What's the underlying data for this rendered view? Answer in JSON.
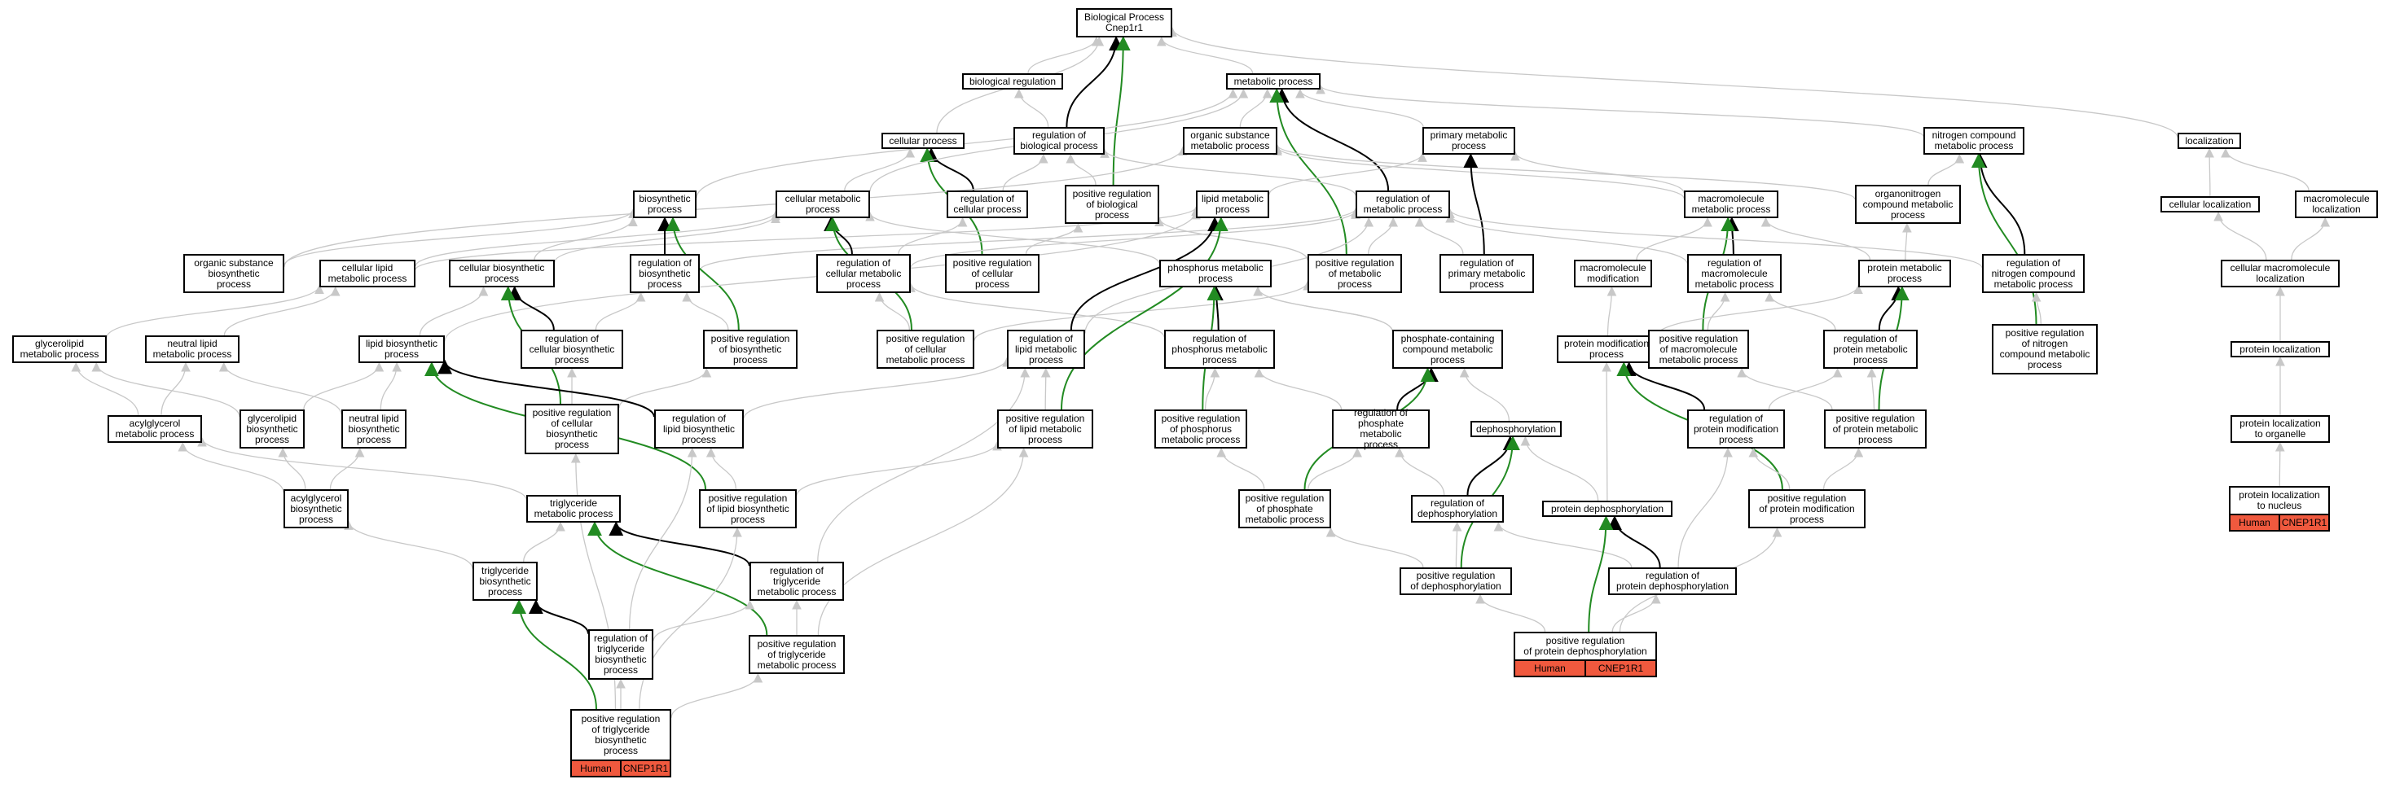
{
  "colors": {
    "is_a": "#c8c8c8",
    "regulates": "#000000",
    "positively_regulates": "#228b22",
    "annotation": "#f0593e"
  },
  "nodes": [
    {
      "id": "root",
      "label": "Biological Process\nCnep1r1"
    },
    {
      "id": "bio_reg",
      "label": "biological regulation"
    },
    {
      "id": "met_proc",
      "label": "metabolic process"
    },
    {
      "id": "cell_proc",
      "label": "cellular process"
    },
    {
      "id": "reg_bio",
      "label": "regulation of\nbiological process"
    },
    {
      "id": "org_sub_met",
      "label": "organic substance\nmetabolic process"
    },
    {
      "id": "prim_met",
      "label": "primary metabolic\nprocess"
    },
    {
      "id": "nitro_met",
      "label": "nitrogen compound\nmetabolic process"
    },
    {
      "id": "localization",
      "label": "localization"
    },
    {
      "id": "biosyn",
      "label": "biosynthetic\nprocess"
    },
    {
      "id": "cell_met",
      "label": "cellular metabolic\nprocess"
    },
    {
      "id": "reg_cell_proc",
      "label": "regulation of\ncellular process"
    },
    {
      "id": "pos_reg_bio",
      "label": "positive regulation\nof biological\nprocess"
    },
    {
      "id": "lipid_met",
      "label": "lipid metabolic\nprocess"
    },
    {
      "id": "reg_met",
      "label": "regulation of\nmetabolic process"
    },
    {
      "id": "macro_met",
      "label": "macromolecule\nmetabolic process"
    },
    {
      "id": "organonitro",
      "label": "organonitrogen\ncompound metabolic\nprocess"
    },
    {
      "id": "cell_loc",
      "label": "cellular localization"
    },
    {
      "id": "macro_loc",
      "label": "macromolecule\nlocalization"
    },
    {
      "id": "org_sub_biosyn",
      "label": "organic substance\nbiosynthetic\nprocess"
    },
    {
      "id": "cell_lipid_met",
      "label": "cellular lipid\nmetabolic process"
    },
    {
      "id": "cell_biosyn",
      "label": "cellular biosynthetic\nprocess"
    },
    {
      "id": "reg_biosyn",
      "label": "regulation of\nbiosynthetic\nprocess"
    },
    {
      "id": "reg_cell_met",
      "label": "regulation of\ncellular metabolic\nprocess"
    },
    {
      "id": "pos_reg_cell_proc",
      "label": "positive regulation\nof cellular\nprocess"
    },
    {
      "id": "phos_met",
      "label": "phosphorus metabolic\nprocess"
    },
    {
      "id": "pos_reg_met",
      "label": "positive regulation\nof metabolic\nprocess"
    },
    {
      "id": "reg_prim_met",
      "label": "regulation of\nprimary metabolic\nprocess"
    },
    {
      "id": "macro_mod",
      "label": "macromolecule\nmodification"
    },
    {
      "id": "reg_macro_met",
      "label": "regulation of\nmacromolecule\nmetabolic process"
    },
    {
      "id": "prot_met",
      "label": "protein metabolic\nprocess"
    },
    {
      "id": "reg_nitro_met",
      "label": "regulation of\nnitrogen compound\nmetabolic process"
    },
    {
      "id": "cell_macro_loc",
      "label": "cellular macromolecule\nlocalization"
    },
    {
      "id": "glycerolipid_met",
      "label": "glycerolipid\nmetabolic process"
    },
    {
      "id": "neutral_lipid_met",
      "label": "neutral lipid\nmetabolic process"
    },
    {
      "id": "lipid_biosyn",
      "label": "lipid biosynthetic\nprocess"
    },
    {
      "id": "reg_cell_biosyn",
      "label": "regulation of\ncellular biosynthetic\nprocess"
    },
    {
      "id": "pos_reg_biosyn",
      "label": "positive regulation\nof biosynthetic\nprocess"
    },
    {
      "id": "pos_reg_cell_met",
      "label": "positive regulation\nof cellular\nmetabolic process"
    },
    {
      "id": "reg_lipid_met",
      "label": "regulation of\nlipid metabolic\nprocess"
    },
    {
      "id": "reg_phos_met",
      "label": "regulation of\nphosphorus metabolic\nprocess"
    },
    {
      "id": "phosphate_met",
      "label": "phosphate-containing\ncompound metabolic\nprocess"
    },
    {
      "id": "prot_mod",
      "label": "protein modification\nprocess"
    },
    {
      "id": "pos_reg_macro_met",
      "label": "positive regulation\nof macromolecule\nmetabolic process"
    },
    {
      "id": "reg_prot_met",
      "label": "regulation of\nprotein metabolic\nprocess"
    },
    {
      "id": "pos_reg_nitro_met",
      "label": "positive regulation\nof nitrogen\ncompound metabolic\nprocess"
    },
    {
      "id": "prot_loc",
      "label": "protein localization"
    },
    {
      "id": "acylglycerol_met",
      "label": "acylglycerol\nmetabolic process"
    },
    {
      "id": "glycerolipid_biosyn",
      "label": "glycerolipid\nbiosynthetic\nprocess"
    },
    {
      "id": "neutral_lipid_biosyn",
      "label": "neutral lipid\nbiosynthetic\nprocess"
    },
    {
      "id": "pos_reg_cell_biosyn",
      "label": "positive regulation\nof cellular\nbiosynthetic\nprocess"
    },
    {
      "id": "reg_lipid_biosyn",
      "label": "regulation of\nlipid biosynthetic\nprocess"
    },
    {
      "id": "pos_reg_lipid_met",
      "label": "positive regulation\nof lipid metabolic\nprocess"
    },
    {
      "id": "pos_reg_phos_met",
      "label": "positive regulation\nof phosphorus\nmetabolic process"
    },
    {
      "id": "reg_phosphate_met",
      "label": "regulation of\nphosphate metabolic\nprocess"
    },
    {
      "id": "dephos",
      "label": "dephosphorylation"
    },
    {
      "id": "reg_prot_mod",
      "label": "regulation of\nprotein modification\nprocess"
    },
    {
      "id": "pos_reg_prot_met",
      "label": "positive regulation\nof protein metabolic\nprocess"
    },
    {
      "id": "prot_loc_org",
      "label": "protein localization\nto organelle"
    },
    {
      "id": "acylglycerol_biosyn",
      "label": "acylglycerol\nbiosynthetic\nprocess"
    },
    {
      "id": "tg_met",
      "label": "triglyceride\nmetabolic process"
    },
    {
      "id": "pos_reg_lipid_biosyn",
      "label": "positive regulation\nof lipid biosynthetic\nprocess"
    },
    {
      "id": "pos_reg_phosphate_met",
      "label": "positive regulation\nof phosphate\nmetabolic process"
    },
    {
      "id": "reg_dephos",
      "label": "regulation of\ndephosphorylation"
    },
    {
      "id": "prot_dephos",
      "label": "protein dephosphorylation"
    },
    {
      "id": "pos_reg_prot_mod",
      "label": "positive regulation\nof protein modification\nprocess"
    },
    {
      "id": "prot_loc_nuc",
      "label": "protein localization\nto nucleus",
      "tags": [
        "Human",
        "CNEP1R1"
      ]
    },
    {
      "id": "tg_biosyn",
      "label": "triglyceride\nbiosynthetic\nprocess"
    },
    {
      "id": "reg_tg_met",
      "label": "regulation of\ntriglyceride\nmetabolic process"
    },
    {
      "id": "pos_reg_dephos",
      "label": "positive regulation\nof dephosphorylation"
    },
    {
      "id": "reg_prot_dephos",
      "label": "regulation of\nprotein dephosphorylation"
    },
    {
      "id": "reg_tg_biosyn",
      "label": "regulation of\ntriglyceride\nbiosynthetic\nprocess"
    },
    {
      "id": "pos_reg_tg_met",
      "label": "positive regulation\nof triglyceride\nmetabolic process"
    },
    {
      "id": "pos_reg_prot_dephos",
      "label": "positive regulation\nof protein dephosphorylation",
      "tags": [
        "Human",
        "CNEP1R1"
      ]
    },
    {
      "id": "pos_reg_tg_biosyn",
      "label": "positive regulation\nof triglyceride\nbiosynthetic\nprocess",
      "tags": [
        "Human",
        "CNEP1R1"
      ]
    }
  ],
  "edges": [
    [
      "bio_reg",
      "root",
      "i"
    ],
    [
      "met_proc",
      "root",
      "i"
    ],
    [
      "cell_proc",
      "root",
      "i"
    ],
    [
      "localization",
      "root",
      "i"
    ],
    [
      "reg_bio",
      "root",
      "r"
    ],
    [
      "pos_reg_bio",
      "root",
      "p"
    ],
    [
      "reg_bio",
      "bio_reg",
      "i"
    ],
    [
      "pos_reg_bio",
      "reg_bio",
      "i"
    ],
    [
      "org_sub_met",
      "met_proc",
      "i"
    ],
    [
      "prim_met",
      "met_proc",
      "i"
    ],
    [
      "nitro_met",
      "met_proc",
      "i"
    ],
    [
      "reg_met",
      "met_proc",
      "r"
    ],
    [
      "pos_reg_met",
      "met_proc",
      "p"
    ],
    [
      "biosyn",
      "met_proc",
      "i"
    ],
    [
      "cell_met",
      "cell_proc",
      "i"
    ],
    [
      "reg_cell_proc",
      "cell_proc",
      "r"
    ],
    [
      "pos_reg_cell_proc",
      "cell_proc",
      "p"
    ],
    [
      "reg_cell_proc",
      "reg_bio",
      "i"
    ],
    [
      "pos_reg_cell_proc",
      "pos_reg_bio",
      "i"
    ],
    [
      "cell_met",
      "met_proc",
      "i"
    ],
    [
      "lipid_met",
      "prim_met",
      "i"
    ],
    [
      "macro_met",
      "prim_met",
      "i"
    ],
    [
      "macro_met",
      "org_sub_met",
      "i"
    ],
    [
      "organonitro",
      "nitro_met",
      "i"
    ],
    [
      "organonitro",
      "org_sub_met",
      "i"
    ],
    [
      "cell_loc",
      "localization",
      "i"
    ],
    [
      "macro_loc",
      "localization",
      "i"
    ],
    [
      "cell_macro_loc",
      "cell_loc",
      "i"
    ],
    [
      "cell_macro_loc",
      "macro_loc",
      "i"
    ],
    [
      "prot_loc",
      "cell_macro_loc",
      "i"
    ],
    [
      "prot_loc_org",
      "prot_loc",
      "i"
    ],
    [
      "prot_loc_nuc",
      "prot_loc_org",
      "i"
    ],
    [
      "org_sub_biosyn",
      "biosyn",
      "i"
    ],
    [
      "org_sub_biosyn",
      "org_sub_met",
      "i"
    ],
    [
      "cell_biosyn",
      "biosyn",
      "i"
    ],
    [
      "cell_biosyn",
      "cell_met",
      "i"
    ],
    [
      "cell_lipid_met",
      "lipid_met",
      "i"
    ],
    [
      "cell_lipid_met",
      "cell_met",
      "i"
    ],
    [
      "reg_biosyn",
      "biosyn",
      "r"
    ],
    [
      "reg_biosyn",
      "reg_met",
      "i"
    ],
    [
      "pos_reg_biosyn",
      "biosyn",
      "p"
    ],
    [
      "pos_reg_biosyn",
      "reg_biosyn",
      "i"
    ],
    [
      "reg_cell_met",
      "cell_met",
      "r"
    ],
    [
      "reg_cell_met",
      "reg_met",
      "i"
    ],
    [
      "reg_cell_met",
      "reg_cell_proc",
      "i"
    ],
    [
      "pos_reg_cell_met",
      "cell_met",
      "p"
    ],
    [
      "pos_reg_cell_met",
      "reg_cell_met",
      "i"
    ],
    [
      "pos_reg_cell_met",
      "pos_reg_met",
      "i"
    ],
    [
      "reg_met",
      "reg_bio",
      "i"
    ],
    [
      "pos_reg_met",
      "reg_met",
      "i"
    ],
    [
      "pos_reg_met",
      "pos_reg_bio",
      "i"
    ],
    [
      "phos_met",
      "cell_met",
      "i"
    ],
    [
      "phosphate_met",
      "phos_met",
      "i"
    ],
    [
      "reg_phos_met",
      "phos_met",
      "r"
    ],
    [
      "reg_phos_met",
      "reg_cell_met",
      "i"
    ],
    [
      "pos_reg_phos_met",
      "phos_met",
      "p"
    ],
    [
      "pos_reg_phos_met",
      "reg_phos_met",
      "i"
    ],
    [
      "reg_prim_met",
      "prim_met",
      "r"
    ],
    [
      "reg_prim_met",
      "reg_met",
      "i"
    ],
    [
      "macro_mod",
      "macro_met",
      "i"
    ],
    [
      "reg_macro_met",
      "macro_met",
      "r"
    ],
    [
      "reg_macro_met",
      "reg_met",
      "i"
    ],
    [
      "pos_reg_macro_met",
      "macro_met",
      "p"
    ],
    [
      "pos_reg_macro_met",
      "reg_macro_met",
      "i"
    ],
    [
      "prot_met",
      "macro_met",
      "i"
    ],
    [
      "prot_met",
      "organonitro",
      "i"
    ],
    [
      "reg_nitro_met",
      "nitro_met",
      "r"
    ],
    [
      "reg_nitro_met",
      "reg_met",
      "i"
    ],
    [
      "pos_reg_nitro_met",
      "nitro_met",
      "p"
    ],
    [
      "pos_reg_nitro_met",
      "reg_nitro_met",
      "i"
    ],
    [
      "prot_mod",
      "macro_mod",
      "i"
    ],
    [
      "prot_mod",
      "prot_met",
      "i"
    ],
    [
      "reg_prot_met",
      "prot_met",
      "r"
    ],
    [
      "reg_prot_met",
      "reg_macro_met",
      "i"
    ],
    [
      "pos_reg_prot_met",
      "prot_met",
      "p"
    ],
    [
      "pos_reg_prot_met",
      "reg_prot_met",
      "i"
    ],
    [
      "pos_reg_prot_met",
      "pos_reg_macro_met",
      "i"
    ],
    [
      "glycerolipid_met",
      "cell_lipid_met",
      "i"
    ],
    [
      "neutral_lipid_met",
      "cell_lipid_met",
      "i"
    ],
    [
      "lipid_biosyn",
      "lipid_met",
      "i"
    ],
    [
      "lipid_biosyn",
      "cell_biosyn",
      "i"
    ],
    [
      "reg_cell_biosyn",
      "cell_biosyn",
      "r"
    ],
    [
      "reg_cell_biosyn",
      "reg_biosyn",
      "i"
    ],
    [
      "reg_lipid_met",
      "lipid_met",
      "r"
    ],
    [
      "reg_lipid_met",
      "reg_met",
      "i"
    ],
    [
      "pos_reg_lipid_met",
      "lipid_met",
      "p"
    ],
    [
      "pos_reg_lipid_met",
      "reg_lipid_met",
      "i"
    ],
    [
      "acylglycerol_met",
      "glycerolipid_met",
      "i"
    ],
    [
      "acylglycerol_met",
      "neutral_lipid_met",
      "i"
    ],
    [
      "glycerolipid_biosyn",
      "glycerolipid_met",
      "i"
    ],
    [
      "glycerolipid_biosyn",
      "lipid_biosyn",
      "i"
    ],
    [
      "neutral_lipid_biosyn",
      "neutral_lipid_met",
      "i"
    ],
    [
      "neutral_lipid_biosyn",
      "lipid_biosyn",
      "i"
    ],
    [
      "pos_reg_cell_biosyn",
      "cell_biosyn",
      "p"
    ],
    [
      "pos_reg_cell_biosyn",
      "reg_cell_biosyn",
      "i"
    ],
    [
      "pos_reg_cell_biosyn",
      "pos_reg_biosyn",
      "i"
    ],
    [
      "reg_lipid_biosyn",
      "lipid_biosyn",
      "r"
    ],
    [
      "reg_lipid_biosyn",
      "reg_lipid_met",
      "i"
    ],
    [
      "pos_reg_lipid_biosyn",
      "lipid_biosyn",
      "p"
    ],
    [
      "pos_reg_lipid_biosyn",
      "reg_lipid_biosyn",
      "i"
    ],
    [
      "pos_reg_lipid_biosyn",
      "pos_reg_lipid_met",
      "i"
    ],
    [
      "phosphate_met",
      "phos_met",
      "i"
    ],
    [
      "reg_phosphate_met",
      "phosphate_met",
      "r"
    ],
    [
      "reg_phosphate_met",
      "reg_phos_met",
      "i"
    ],
    [
      "pos_reg_phosphate_met",
      "phosphate_met",
      "p"
    ],
    [
      "pos_reg_phosphate_met",
      "reg_phosphate_met",
      "i"
    ],
    [
      "pos_reg_phosphate_met",
      "pos_reg_phos_met",
      "i"
    ],
    [
      "dephos",
      "phosphate_met",
      "i"
    ],
    [
      "reg_dephos",
      "dephos",
      "r"
    ],
    [
      "reg_dephos",
      "reg_phosphate_met",
      "i"
    ],
    [
      "pos_reg_dephos",
      "dephos",
      "p"
    ],
    [
      "pos_reg_dephos",
      "reg_dephos",
      "i"
    ],
    [
      "pos_reg_dephos",
      "pos_reg_phosphate_met",
      "i"
    ],
    [
      "reg_prot_mod",
      "prot_mod",
      "r"
    ],
    [
      "reg_prot_mod",
      "reg_prot_met",
      "i"
    ],
    [
      "pos_reg_prot_mod",
      "prot_mod",
      "p"
    ],
    [
      "pos_reg_prot_mod",
      "reg_prot_mod",
      "i"
    ],
    [
      "pos_reg_prot_mod",
      "pos_reg_prot_met",
      "i"
    ],
    [
      "prot_dephos",
      "dephos",
      "i"
    ],
    [
      "prot_dephos",
      "prot_mod",
      "i"
    ],
    [
      "reg_prot_dephos",
      "prot_dephos",
      "r"
    ],
    [
      "reg_prot_dephos",
      "reg_dephos",
      "i"
    ],
    [
      "reg_prot_dephos",
      "reg_prot_mod",
      "i"
    ],
    [
      "pos_reg_prot_dephos",
      "prot_dephos",
      "p"
    ],
    [
      "pos_reg_prot_dephos",
      "reg_prot_dephos",
      "i"
    ],
    [
      "pos_reg_prot_dephos",
      "pos_reg_dephos",
      "i"
    ],
    [
      "pos_reg_prot_dephos",
      "pos_reg_prot_mod",
      "i"
    ],
    [
      "acylglycerol_biosyn",
      "acylglycerol_met",
      "i"
    ],
    [
      "acylglycerol_biosyn",
      "glycerolipid_biosyn",
      "i"
    ],
    [
      "acylglycerol_biosyn",
      "neutral_lipid_biosyn",
      "i"
    ],
    [
      "tg_met",
      "acylglycerol_met",
      "i"
    ],
    [
      "tg_biosyn",
      "tg_met",
      "i"
    ],
    [
      "tg_biosyn",
      "acylglycerol_biosyn",
      "i"
    ],
    [
      "reg_tg_met",
      "tg_met",
      "r"
    ],
    [
      "reg_tg_met",
      "reg_lipid_met",
      "i"
    ],
    [
      "pos_reg_tg_met",
      "tg_met",
      "p"
    ],
    [
      "pos_reg_tg_met",
      "reg_tg_met",
      "i"
    ],
    [
      "pos_reg_tg_met",
      "pos_reg_lipid_met",
      "i"
    ],
    [
      "reg_tg_biosyn",
      "tg_biosyn",
      "r"
    ],
    [
      "reg_tg_biosyn",
      "reg_tg_met",
      "i"
    ],
    [
      "reg_tg_biosyn",
      "reg_lipid_biosyn",
      "i"
    ],
    [
      "pos_reg_tg_biosyn",
      "tg_biosyn",
      "p"
    ],
    [
      "pos_reg_tg_biosyn",
      "reg_tg_biosyn",
      "i"
    ],
    [
      "pos_reg_tg_biosyn",
      "pos_reg_tg_met",
      "i"
    ],
    [
      "pos_reg_tg_biosyn",
      "pos_reg_lipid_biosyn",
      "i"
    ],
    [
      "pos_reg_tg_biosyn",
      "pos_reg_cell_biosyn",
      "i"
    ]
  ]
}
